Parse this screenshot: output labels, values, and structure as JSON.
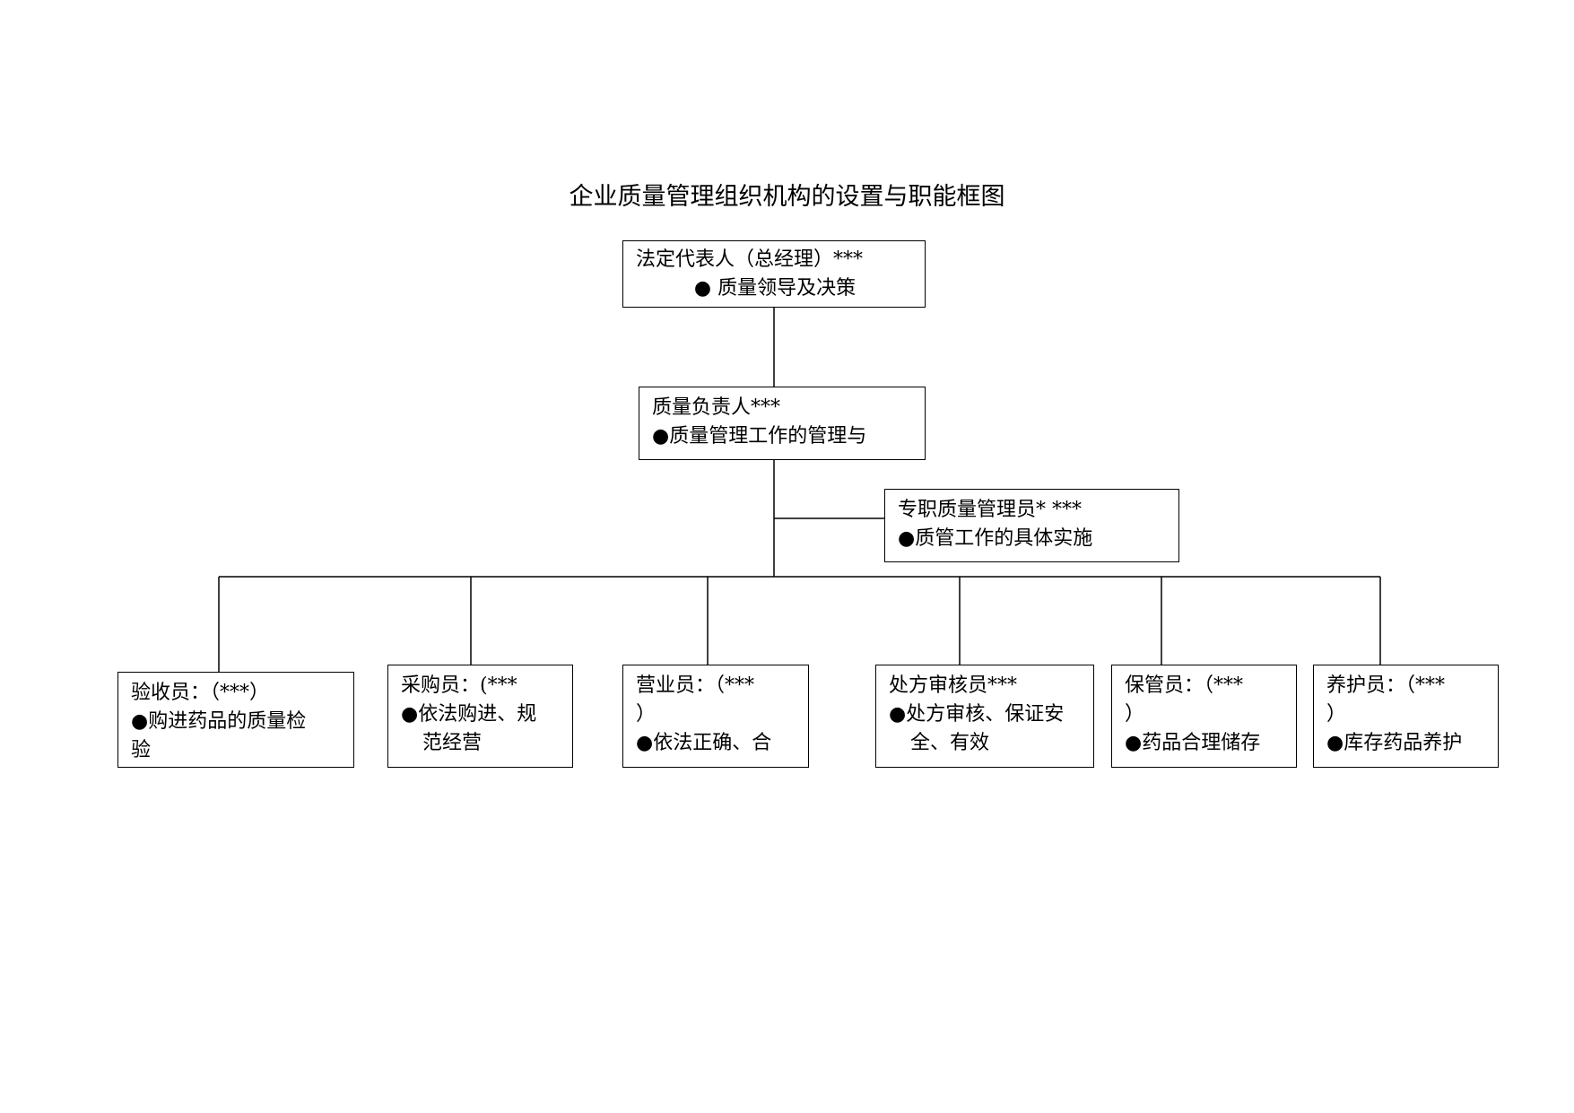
{
  "title": "企业质量管理组织机构的设置与职能框图",
  "nodes": {
    "legal_rep": {
      "lines": [
        "法定代表人（总经理）***",
        "●  质量领导及决策"
      ]
    },
    "quality_head": {
      "lines": [
        "质量负责人***",
        "●质量管理工作的管理与"
      ]
    },
    "quality_manager": {
      "lines": [
        "专职质量管理员* ***",
        "●质管工作的具体实施"
      ]
    },
    "inspector": {
      "lines": [
        "验收员：（***）",
        "●购进药品的质量检",
        "验"
      ]
    },
    "purchaser": {
      "lines": [
        "采购员：(***",
        "●依法购进、规",
        "范经营"
      ]
    },
    "sales": {
      "lines": [
        "营业员：（***",
        "）",
        "●依法正确、合"
      ]
    },
    "prescription_reviewer": {
      "lines": [
        "处方审核员***",
        "●处方审核、保证安",
        "全、有效"
      ]
    },
    "custodian": {
      "lines": [
        "保管员：（***",
        "）",
        "●药品合理储存"
      ]
    },
    "maintainer": {
      "lines": [
        "养护员：（***",
        "）",
        "●库存药品养护"
      ]
    }
  }
}
